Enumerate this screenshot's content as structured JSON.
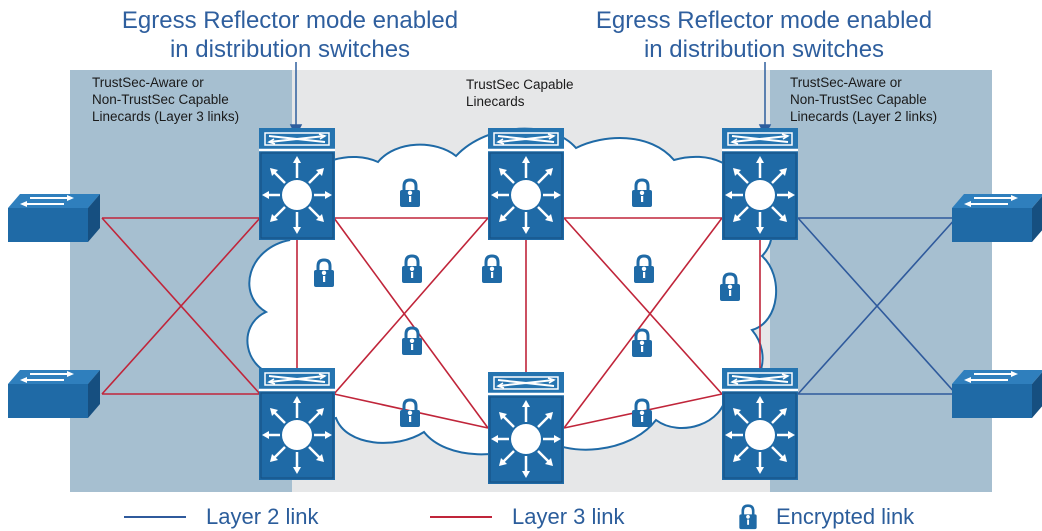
{
  "titles": {
    "left": [
      "Egress Reflector mode enabled",
      "in distribution switches"
    ],
    "right": [
      "Egress Reflector mode enabled",
      "in distribution switches"
    ]
  },
  "zones": {
    "left": [
      "TrustSec-Aware or",
      "Non-TrustSec Capable",
      "Linecards (Layer 3 links)"
    ],
    "center": [
      "TrustSec Capable",
      "Linecards"
    ],
    "right": [
      "TrustSec-Aware or",
      "Non-TrustSec Capable",
      "Linecards (Layer 2 links)"
    ]
  },
  "legend": {
    "layer2": "Layer 2 link",
    "layer3": "Layer 3 link",
    "encrypted": "Encrypted link"
  },
  "colors": {
    "layer2_link": "#2f5a9c",
    "layer3_link": "#c0253a",
    "device": "#1f6aa6",
    "zone_side": "#a6bfd0",
    "zone_center": "#e6e7e8",
    "text_blue": "#2f5f9e"
  },
  "icons": [
    "access-switch-icon",
    "multilayer-switch-icon",
    "lock-icon",
    "cloud-shape"
  ]
}
